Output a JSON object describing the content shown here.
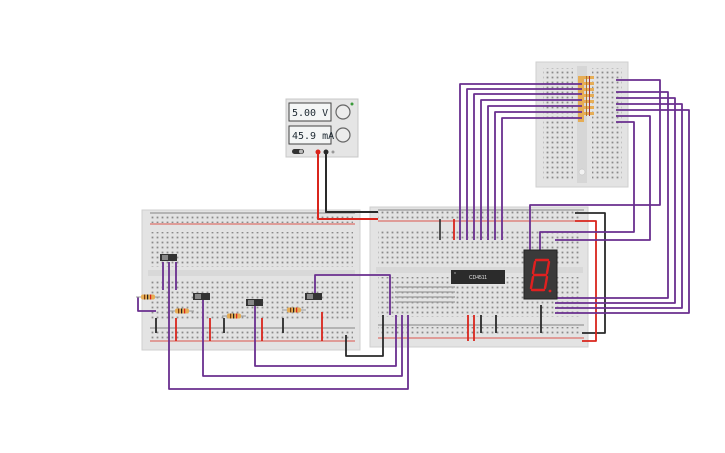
{
  "power_supply": {
    "voltage": "5.00 V",
    "current": "45.9 mA"
  },
  "ic": {
    "label": "CD4511"
  },
  "colors": {
    "board": "#e3e3e3",
    "hole": "#8a8a8a",
    "wire_purple": "#6a2f8f",
    "wire_red": "#d9251c",
    "wire_black": "#2a2a2a",
    "resistor": "#e6ad55",
    "led_red": "#e02020",
    "display_body": "#3a3a3a"
  },
  "icons": [
    "knob-icon",
    "switch-icon",
    "terminal-icon"
  ]
}
